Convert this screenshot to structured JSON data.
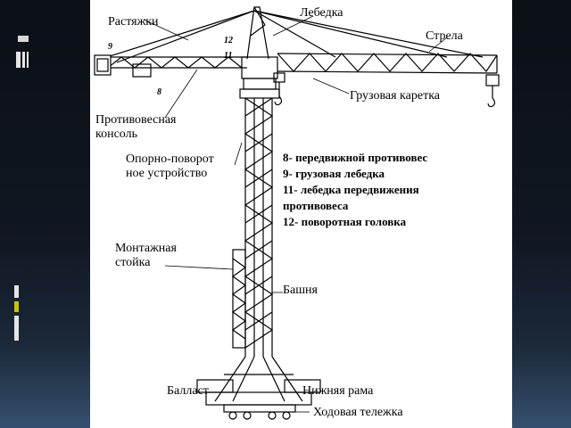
{
  "slide": {
    "accent_color": "#c0c000",
    "background_color": "#0b0f16"
  },
  "diagram": {
    "labels": {
      "guys": "Растяжки",
      "winch": "Лебедка",
      "boom": "Стрела",
      "cargo_carriage": "Грузовая каретка",
      "counterweight_console_1": "Противовесная",
      "counterweight_console_2": "консоль",
      "slewing_1": "Опорно-поворот",
      "slewing_2": "ное устройство",
      "mounting_post_1": "Монтажная",
      "mounting_post_2": "стойка",
      "tower": "Башня",
      "ballast": "Балласт",
      "bottom_frame": "Нижняя рама",
      "running_bogie": "Ходовая тележка"
    },
    "callout_numbers": {
      "n9": "9",
      "n12": "12",
      "n11": "11",
      "n8": "8"
    },
    "legend": [
      "8- передвижной противовес",
      "9- грузовая лебедка",
      "11- лебедка передвижения",
      "противовеса",
      "12- поворотная головка"
    ]
  }
}
